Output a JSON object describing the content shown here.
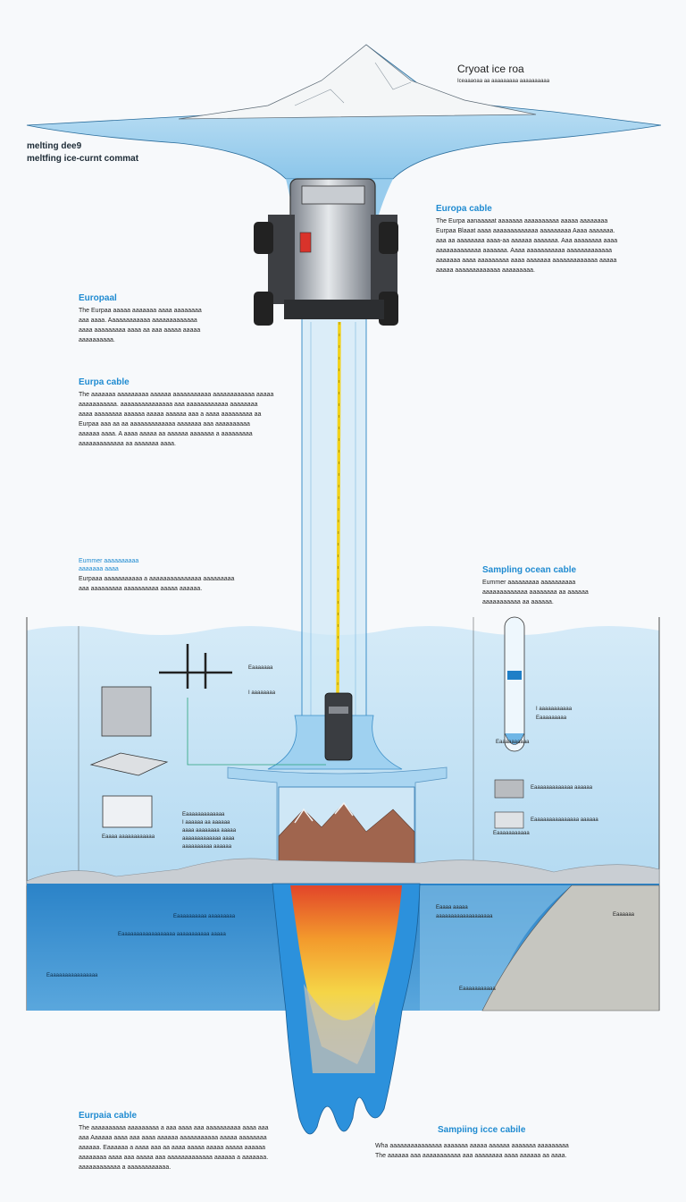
{
  "top_label": {
    "title": "Cryoat ice roa",
    "subtitle": "Iceaaaoaa aa aaaaaaaaa aaaaaaaaaa"
  },
  "left_top": {
    "line1": "melting dee9",
    "line2": "meltfing ice-curnt commat"
  },
  "right_block": {
    "title": "Europa cable",
    "body": "The Eurpa aanaaaaat aaaaaaa aaaaaaaaaa aaaaa aaaaaaaa\nEurpaa Blaaat aaaa aaaaaaaaaaaaa aaaaaaaaa Aaaa aaaaaaa.\naaa aa aaaaaaaa aaaa-aa aaaaaa aaaaaaa. Aaa aaaaaaaa aaaa\naaaaaaaaaaaaa aaaaaaa. Aaaa aaaaaaaaaaa aaaaaaaaaaaaa\naaaaaaa aaaa aaaaaaaaa aaaa aaaaaaa aaaaaaaaaaaaa aaaaa\naaaaa aaaaaaaaaaaaa aaaaaaaaa."
  },
  "left_block1": {
    "title": "Europaal",
    "body": "The Eurpaa aaaaa aaaaaaa aaaa aaaaaaaa\naaa aaaa. Aaaaaaaaaaaa aaaaaaaaaaaaa\naaaa aaaaaaaaa aaaa aa aaa aaaaa aaaaa\naaaaaaaaaa."
  },
  "left_block2": {
    "title": "Eurpa cable",
    "body": "The aaaaaaa aaaaaaaaa  aaaaaa  aaaaaaaaaaa aaaaaaaaaaaa aaaaa\naaaaaaaaaaa.  aaaaaaaaaaaaaaa aaa aaaaaaaaaaaa aaaaaaaa\naaaa aaaaaaaa  aaaaaa aaaaa aaaaaa aaa  a aaaa aaaaaaaaa  aa\nEurpaa aaa aa aa aaaaaaaaaaaaa aaaaaaa aaa aaaaaaaaaa\naaaaaa aaaa.  A   aaaa aaaaa aa aaaaaa aaaaaaa a aaaaaaaaa\naaaaaaaaaaaaa aa aaaaaaa aaaa."
  },
  "left_block3": {
    "title": "Eummer aaaaaaaaaa",
    "subtitle": "aaaaaaa aaaa",
    "body": "Eurpaaa aaaaaaaaaaa a aaaaaaaaaaaaaaa aaaaaaaaa\naaa aaaaaaaaa aaaaaaaaaa aaaaa aaaaaa."
  },
  "right_block2": {
    "title": "Sampling ocean cable",
    "body": "Eummer aaaaaaaaa aaaaaaaaaa\naaaaaaaaaaaaa aaaaaaaa aa aaaaaa\naaaaaaaaaaa aa aaaaaa."
  },
  "small_labels": {
    "probe_a": "Eaaaaaaa",
    "probe_b": "I aaaaaaaa",
    "tube_a": "I aaaaaaaaaaa",
    "tube_b": "Eaaaaaaaaa",
    "tube_c": "Eaaaaaaaaaa",
    "panel_a": "Eaaaaaaaaaaaaa aaaaaa",
    "panel_b": "Eaaaaaaaaaaaaaaa aaaaaa",
    "panel_c": "Eaaaaaaaaaaa",
    "laptop": "Eaaaa aaaaaaaaaaaa",
    "mid_a": "Eaaaaaaaaaaaaa",
    "mid_b": "I aaaaaa aa aaaaaa",
    "mid_c": "aaaa aaaaaaaa aaaaa",
    "mid_d": "aaaaaaaaaaaaa aaaa",
    "mid_e": "aaaaaaaaaa aaaaaa",
    "under_a": "Eaaaaaaaaaa aaaaaaaaa",
    "under_b": "Eaaaaaaaaaaaaaaaaaa aaaaaaaaaaa aaaaa",
    "under_c": "Eaaaaaaaaaaaaaaaa",
    "rock_a": "Eaaaa aaaaa",
    "rock_b": "aaaaaaaaaaaaaaaaaaa",
    "rock_c": "Eaaaaaaaaaaa",
    "rock_d": "Eaaaaaa"
  },
  "bottom_left": {
    "title": "Eurpaia cable",
    "body": "The aaaaaaaaaa aaaaaaaaa a aaa aaaa aaa aaaaaaaaaa aaaa aaa\naaa Aaaaaa aaaa aaa aaaa aaaaaa aaaaaaaaaaa aaaaa aaaaaaaa\naaaaaa. Eaaaaaa a aaaa aaa aa aaaa aaaaa aaaaa aaaaa aaaaaa\naaaaaaaa aaaa aaa aaaaa aaa aaaaaaaaaaaaa aaaaaa a aaaaaaa.\naaaaaaaaaaaa a aaaaaaaaaaaa."
  },
  "bottom_right": {
    "title": "Sampiing icce cabile",
    "body": "Wha aaaaaaaaaaaaaaa aaaaaaa aaaaa aaaaaa aaaaaaa aaaaaaaaa\nThe aaaaaa aaa aaaaaaaaaaa aaa aaaaaaaa aaaa aaaaaa aa aaaa."
  },
  "colors": {
    "ice_top": "#bfe0f4",
    "water": "#6fb6e6",
    "ocean": "#1f7fc7",
    "cable": "#f2d21b",
    "accent": "#1f8bd1"
  }
}
